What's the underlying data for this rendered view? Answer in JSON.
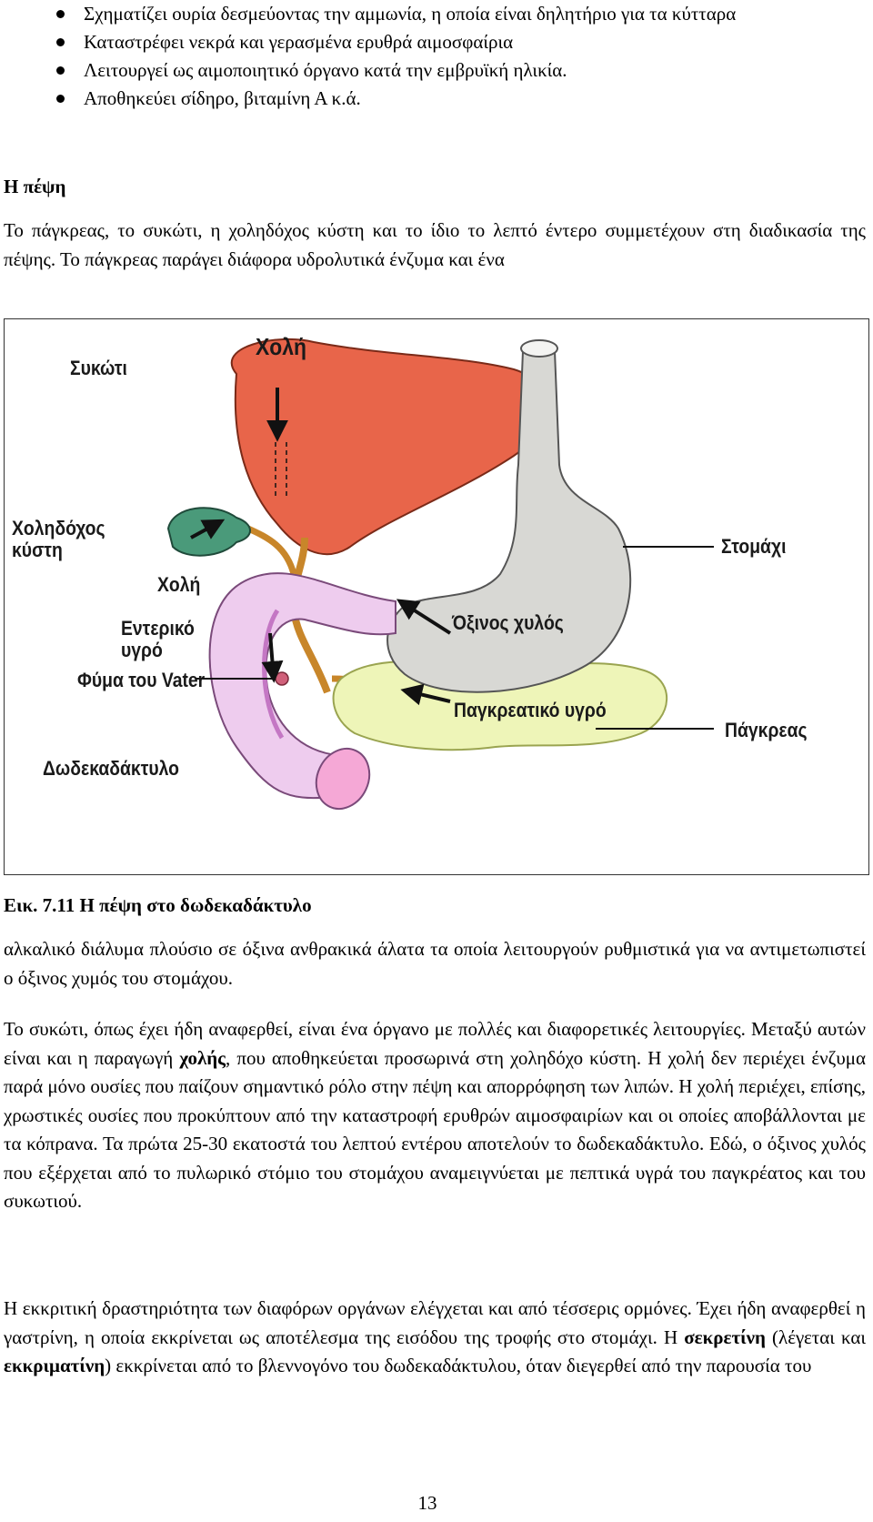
{
  "bullets": [
    "Σχηματίζει ουρία δεσμεύοντας την αμμωνία, η οποία είναι δηλητήριο για τα κύτταρα",
    "Καταστρέφει νεκρά και γερασμένα ερυθρά αιμοσφαίρια",
    "Λειτουργεί ως αιμοποιητικό όργανο κατά την εμβρυϊκή ηλικία.",
    "Αποθηκεύει σίδηρο, βιταμίνη Α κ.ά."
  ],
  "heading": "Η πέψη",
  "para1": "Το πάγκρεας, το συκώτι, η χοληδόχος κύστη και το ίδιο το λεπτό έντερο συμμετέχουν στη διαδικασία της πέψης. Το πάγκρεας παράγει διάφορα υδρολυτικά ένζυμα και ένα",
  "figure": {
    "labels": {
      "liver": "Συκώτι",
      "bile_top": "Χολή",
      "gallbladder": "Χοληδόχος\nκύστη",
      "bile_side": "Χολή",
      "intestinal_fluid": "Εντερικό\nυγρό",
      "vater": "Φύμα του Vater",
      "duodenum": "Δωδεκαδάκτυλο",
      "stomach": "Στομάχι",
      "chyme": "Όξινος χυλός",
      "pancreatic_juice": "Παγκρεατικό υγρό",
      "pancreas": "Πάγκρεας"
    },
    "colors": {
      "liver": "#e8654a",
      "gallbladder": "#4a9a7a",
      "duct": "#c8862a",
      "stomach": "#d8d8d4",
      "duodenum": "#eeccee",
      "pancreas": "#eef5b8"
    }
  },
  "caption": "Εικ. 7.11 Η πέψη στο δωδεκαδάκτυλο",
  "para2": "αλκαλικό διάλυμα πλούσιο σε όξινα ανθρακικά άλατα τα οποία λειτουργούν ρυθμιστικά για να αντιμετωπιστεί ο όξινος χυμός του στομάχου.",
  "para3": {
    "a": "Το συκώτι, όπως έχει ήδη αναφερθεί,  είναι ένα όργανο με πολλές και διαφορετικές λειτουργίες. Μεταξύ αυτών είναι και η παραγωγή ",
    "b": "χολής",
    "c": ", που αποθηκεύεται προσωρινά στη χοληδόχο κύστη. Η χολή δεν περιέχει ένζυμα παρά μόνο ουσίες που παίζουν σημαντικό ρόλο στην πέψη και απορρόφηση των λιπών. Η χολή περιέχει, επίσης, χρωστικές ουσίες που προκύπτουν από την καταστροφή ερυθρών αιμοσφαιρίων και οι οποίες αποβάλλονται με τα κόπρανα. Τα πρώτα 25-30 εκατοστά του λεπτού εντέρου αποτελούν το δωδεκαδάκτυλο. Εδώ, ο όξινος χυλός που εξέρχεται από το πυλωρικό στόμιο του στομάχου αναμειγνύεται με πεπτικά υγρά του παγκρέατος και του συκωτιού."
  },
  "para4": {
    "a": "Η εκκριτική δραστηριότητα των διαφόρων οργάνων ελέγχεται και από τέσσερις ορμόνες.  Έχει ήδη αναφερθεί η γαστρίνη, η οποία εκκρίνεται ως αποτέλεσμα της εισόδου της τροφής στο στομάχι. Η ",
    "b": "σεκρετίνη",
    "c": " (λέγεται και ",
    "d": "εκκριματίνη",
    "e": ") εκκρίνεται από το βλεννογόνο του δωδεκαδάκτυλου, όταν διεγερθεί από την παρουσία του"
  },
  "page_number": "13"
}
